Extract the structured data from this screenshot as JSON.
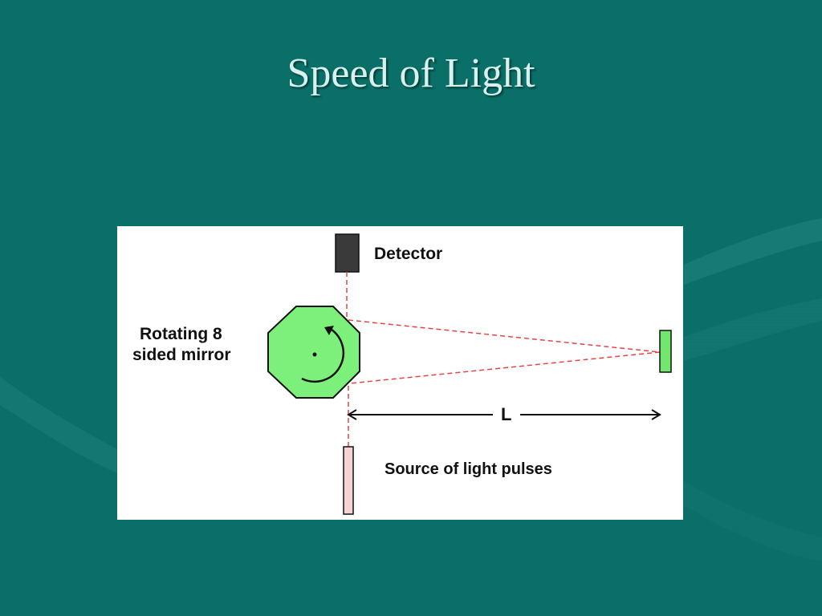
{
  "slide": {
    "title": "Speed of Light",
    "background_color": "#0b6f68",
    "title_color": "#d9f1ec"
  },
  "diagram": {
    "detector_label": "Detector",
    "mirror_label_line1": "Rotating 8",
    "mirror_label_line2": "sided mirror",
    "distance_label": "L",
    "source_label": "Source of light pulses",
    "colors": {
      "mirror_fill": "#7cf07a",
      "far_mirror_fill": "#6fe86c",
      "source_fill": "#f7d4d4",
      "detector_fill": "#3a3a3a",
      "beam": "#e64545"
    }
  }
}
